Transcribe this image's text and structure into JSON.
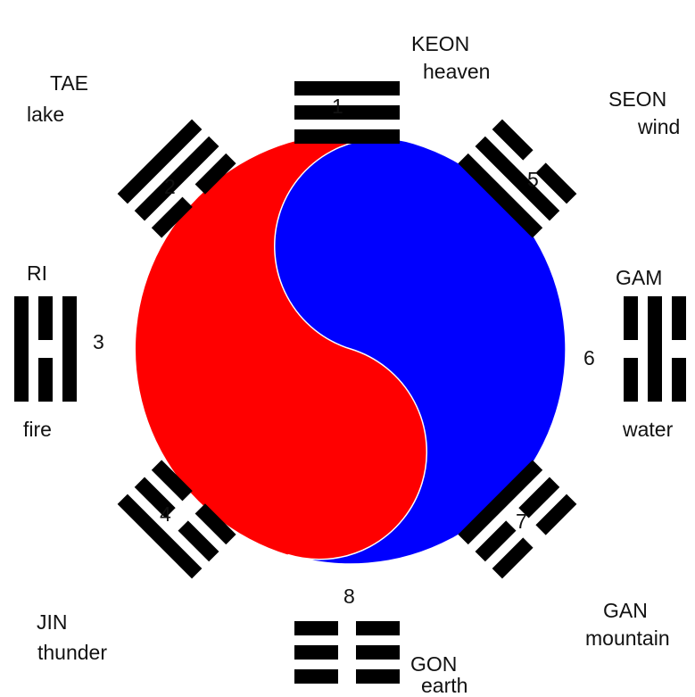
{
  "colors": {
    "yang": "#ff0000",
    "yin": "#0000ff",
    "bar": "#000000",
    "edge": "#ffffff"
  },
  "trigrams": [
    {
      "number": "1",
      "name": "KEON",
      "meaning": "heaven",
      "lines": [
        "solid",
        "solid",
        "solid"
      ]
    },
    {
      "number": "2",
      "name": "TAE",
      "meaning": "lake",
      "lines": [
        "broken",
        "solid",
        "solid"
      ]
    },
    {
      "number": "3",
      "name": "RI",
      "meaning": "fire",
      "lines": [
        "solid",
        "broken",
        "solid"
      ]
    },
    {
      "number": "4",
      "name": "JIN",
      "meaning": "thunder",
      "lines": [
        "broken",
        "broken",
        "solid"
      ]
    },
    {
      "number": "5",
      "name": "SEON",
      "meaning": "wind",
      "lines": [
        "solid",
        "solid",
        "broken"
      ]
    },
    {
      "number": "6",
      "name": "GAM",
      "meaning": "water",
      "lines": [
        "broken",
        "solid",
        "broken"
      ]
    },
    {
      "number": "7",
      "name": "GAN",
      "meaning": "mountain",
      "lines": [
        "solid",
        "broken",
        "broken"
      ]
    },
    {
      "number": "8",
      "name": "GON",
      "meaning": "earth",
      "lines": [
        "broken",
        "broken",
        "broken"
      ]
    }
  ]
}
